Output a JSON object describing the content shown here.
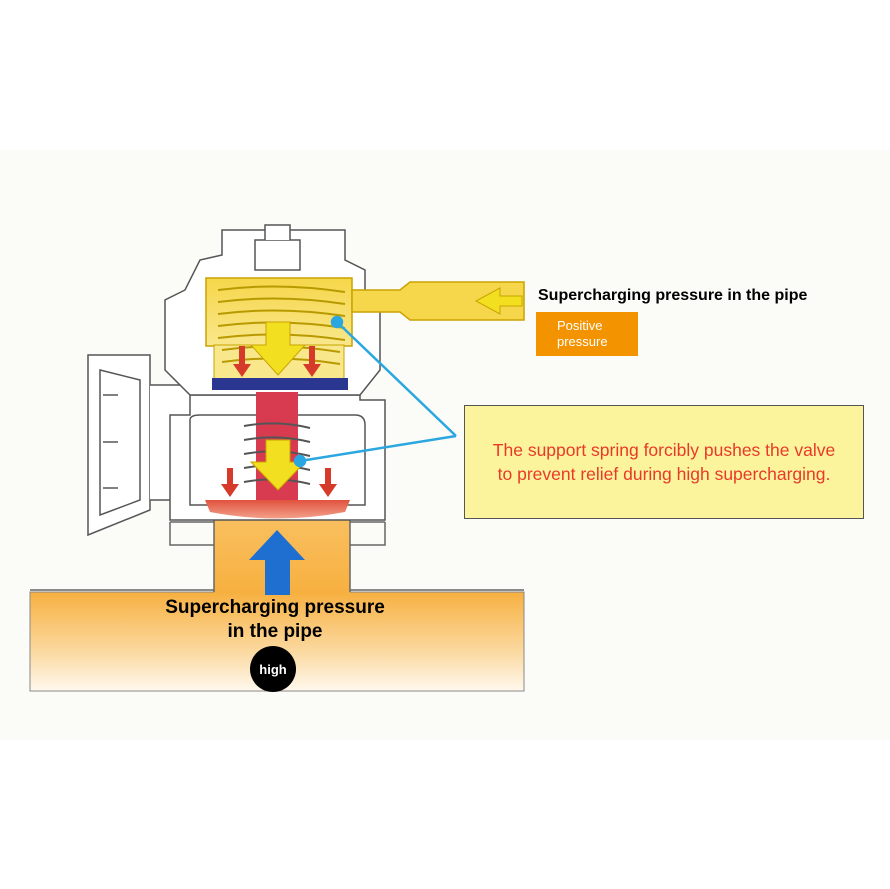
{
  "top_label": "Supercharging pressure in the pipe",
  "positive_badge": {
    "line1": "Positive",
    "line2": "pressure",
    "color": "#f39300"
  },
  "callout": {
    "line1": "The support spring forcibly pushes the valve",
    "line2": "to prevent relief during high supercharging.",
    "text_color": "#e83a2a",
    "background": "#fbf49c"
  },
  "pipe_label": {
    "line1": "Supercharging pressure",
    "line2": "in the pipe"
  },
  "high_badge": "high",
  "colors": {
    "upper_chamber": "#f5d44a",
    "valve_stem": "#d83a50",
    "diaphragm": "#2a3690",
    "pipe_gradient_top": "#f7b040",
    "pipe_gradient_bottom": "#fff8ee",
    "pressure_arrow": "#1f6fd1",
    "spring_arrow": "#f2e020",
    "small_arrow": "#d63a2a",
    "leader_line": "#2aa7e0"
  }
}
